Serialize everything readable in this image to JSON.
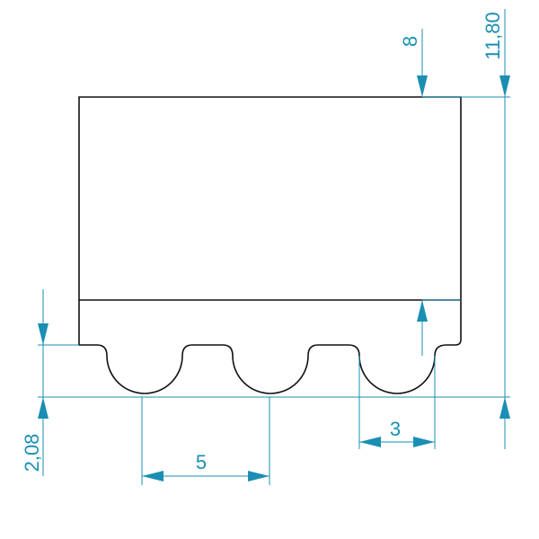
{
  "colors": {
    "outline": "#111111",
    "dimension": "#1a8fb3",
    "background": "#ffffff"
  },
  "dimensions": {
    "pitch": "5",
    "tooth_width": "3",
    "belt_height": "8",
    "total_height": "11,80",
    "tooth_height": "2,08"
  }
}
